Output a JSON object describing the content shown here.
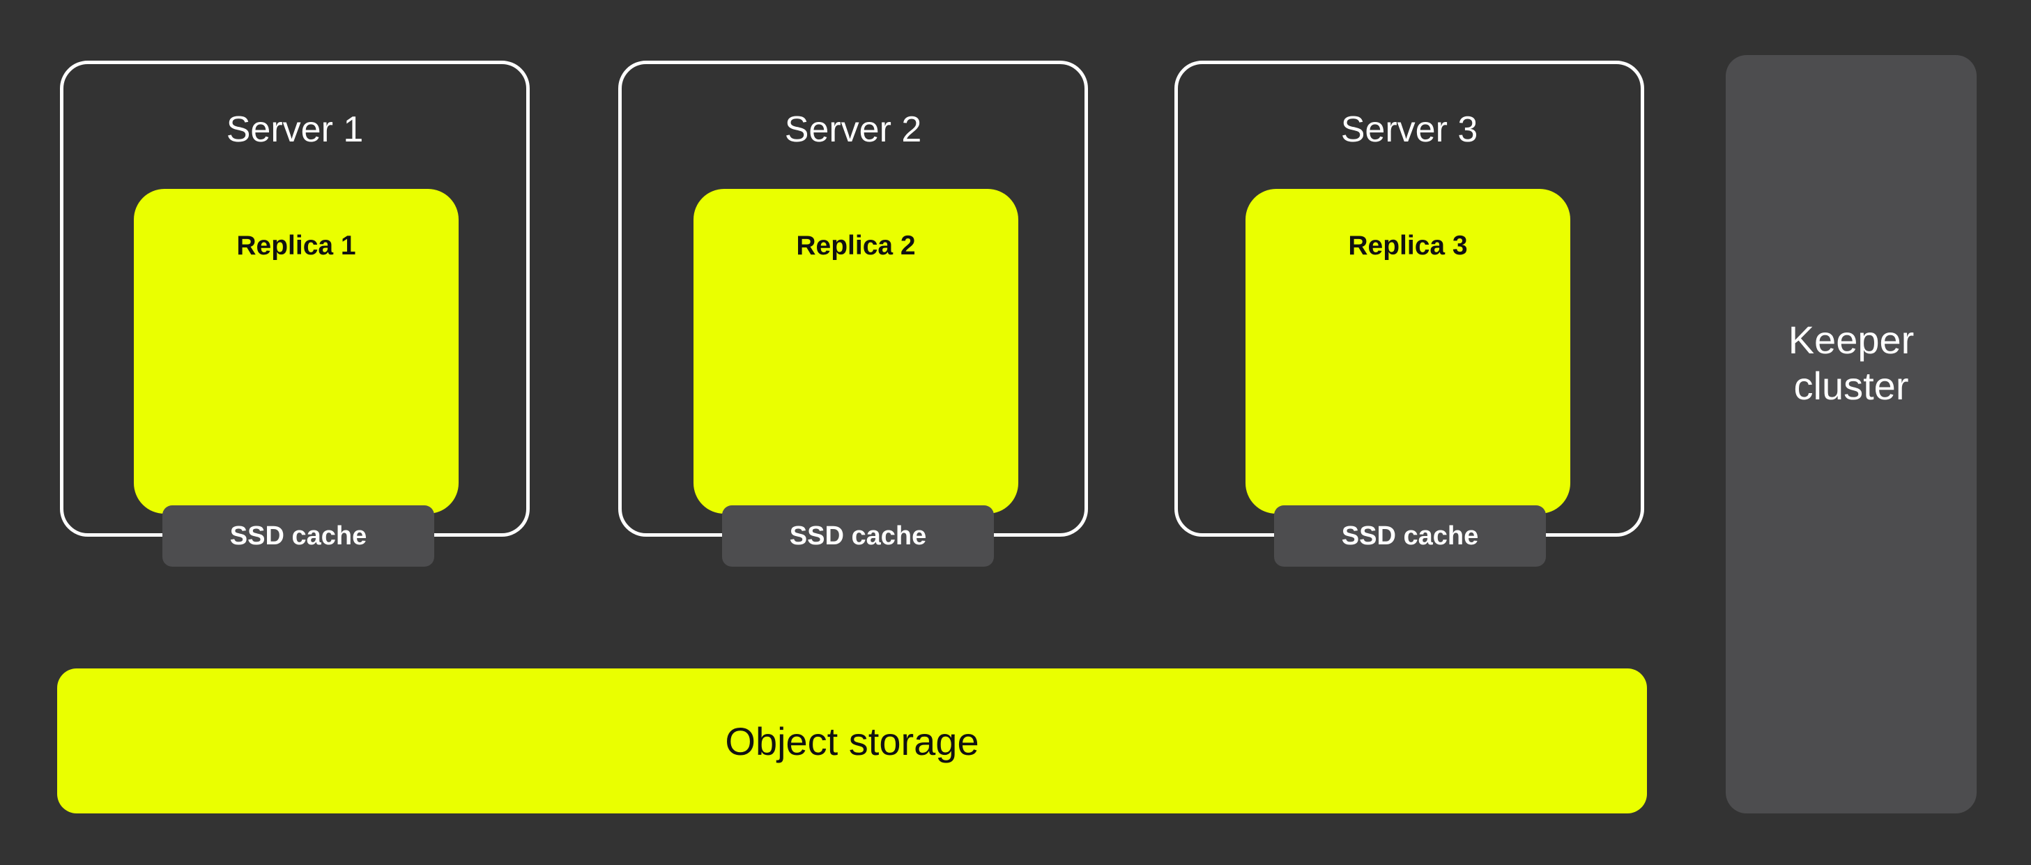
{
  "servers": [
    {
      "title": "Server 1",
      "replica": "Replica 1",
      "cache": "SSD cache"
    },
    {
      "title": "Server 2",
      "replica": "Replica 2",
      "cache": "SSD cache"
    },
    {
      "title": "Server 3",
      "replica": "Replica 3",
      "cache": "SSD cache"
    }
  ],
  "storage": {
    "label": "Object storage"
  },
  "keeper": {
    "label": "Keeper\ncluster"
  },
  "colors": {
    "background": "#333333",
    "accent": "#eaff00",
    "panel": "#4d4d4f",
    "outline": "#ffffff"
  }
}
